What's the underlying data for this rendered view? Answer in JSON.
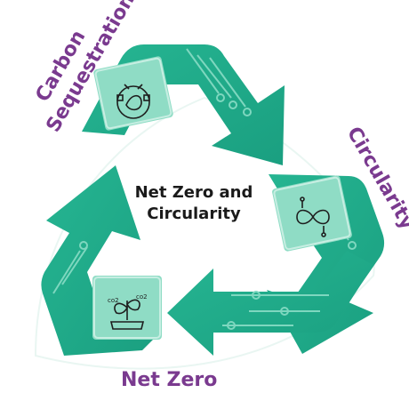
{
  "diagram": {
    "center_title_line1": "Net Zero and",
    "center_title_line2": "Circularity",
    "labels": {
      "carbon_line1": "Carbon",
      "carbon_line2": "Sequestration",
      "circularity": "Circularity",
      "net_zero": "Net Zero"
    },
    "icons": {
      "top": "carbon-sequestration-icon",
      "right": "circular-economy-icon",
      "bottom": "plant-growth-icon"
    }
  },
  "colors": {
    "arrow": "#1fae8c",
    "arrow_highlight": "#4cc6a7",
    "outline": "#d8efe8",
    "icon_box": "#8fdcc5",
    "label": "#7a3a8f",
    "center_text": "#1a1a1a"
  }
}
